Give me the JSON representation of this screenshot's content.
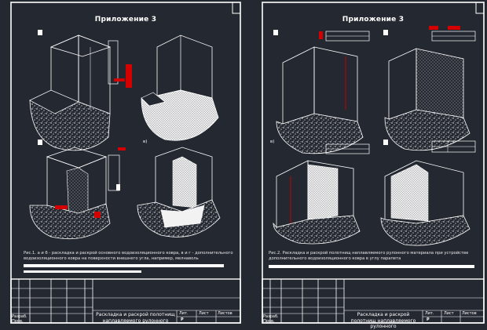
{
  "sheets": [
    {
      "title": "Приложение 3",
      "caption": "Рис.1. а и б - раскладка и раскрой основного водоизоляционного ковра, в и г - дополнительного водоизоляционного ковра на поверхности внешнего угла, например, мелнаволь",
      "panel_labels": [
        "в)"
      ],
      "stamp": {
        "title": "Раскладка и раскрой полотнищ наплавляемого рулонного",
        "rows": [
          "Разраб.",
          "Пров."
        ],
        "cols": [
          "Лит.",
          "Лист",
          "Листов"
        ],
        "lit": "Р"
      }
    },
    {
      "title": "Приложение 3",
      "caption": "Рис.2. Раскладка и раскрой полотнищ наплавляемого рулонного материала при устройстве дополнительного водоизоляционного ковра в углу парапета",
      "panel_labels": [
        "в)"
      ],
      "stamp": {
        "title": "Раскладка и раскрой полотнищ наплавляемого рулонного",
        "rows": [
          "Разраб.",
          "Пров."
        ],
        "cols": [
          "Лит.",
          "Лист",
          "Листов"
        ],
        "lit": "Р"
      }
    }
  ]
}
